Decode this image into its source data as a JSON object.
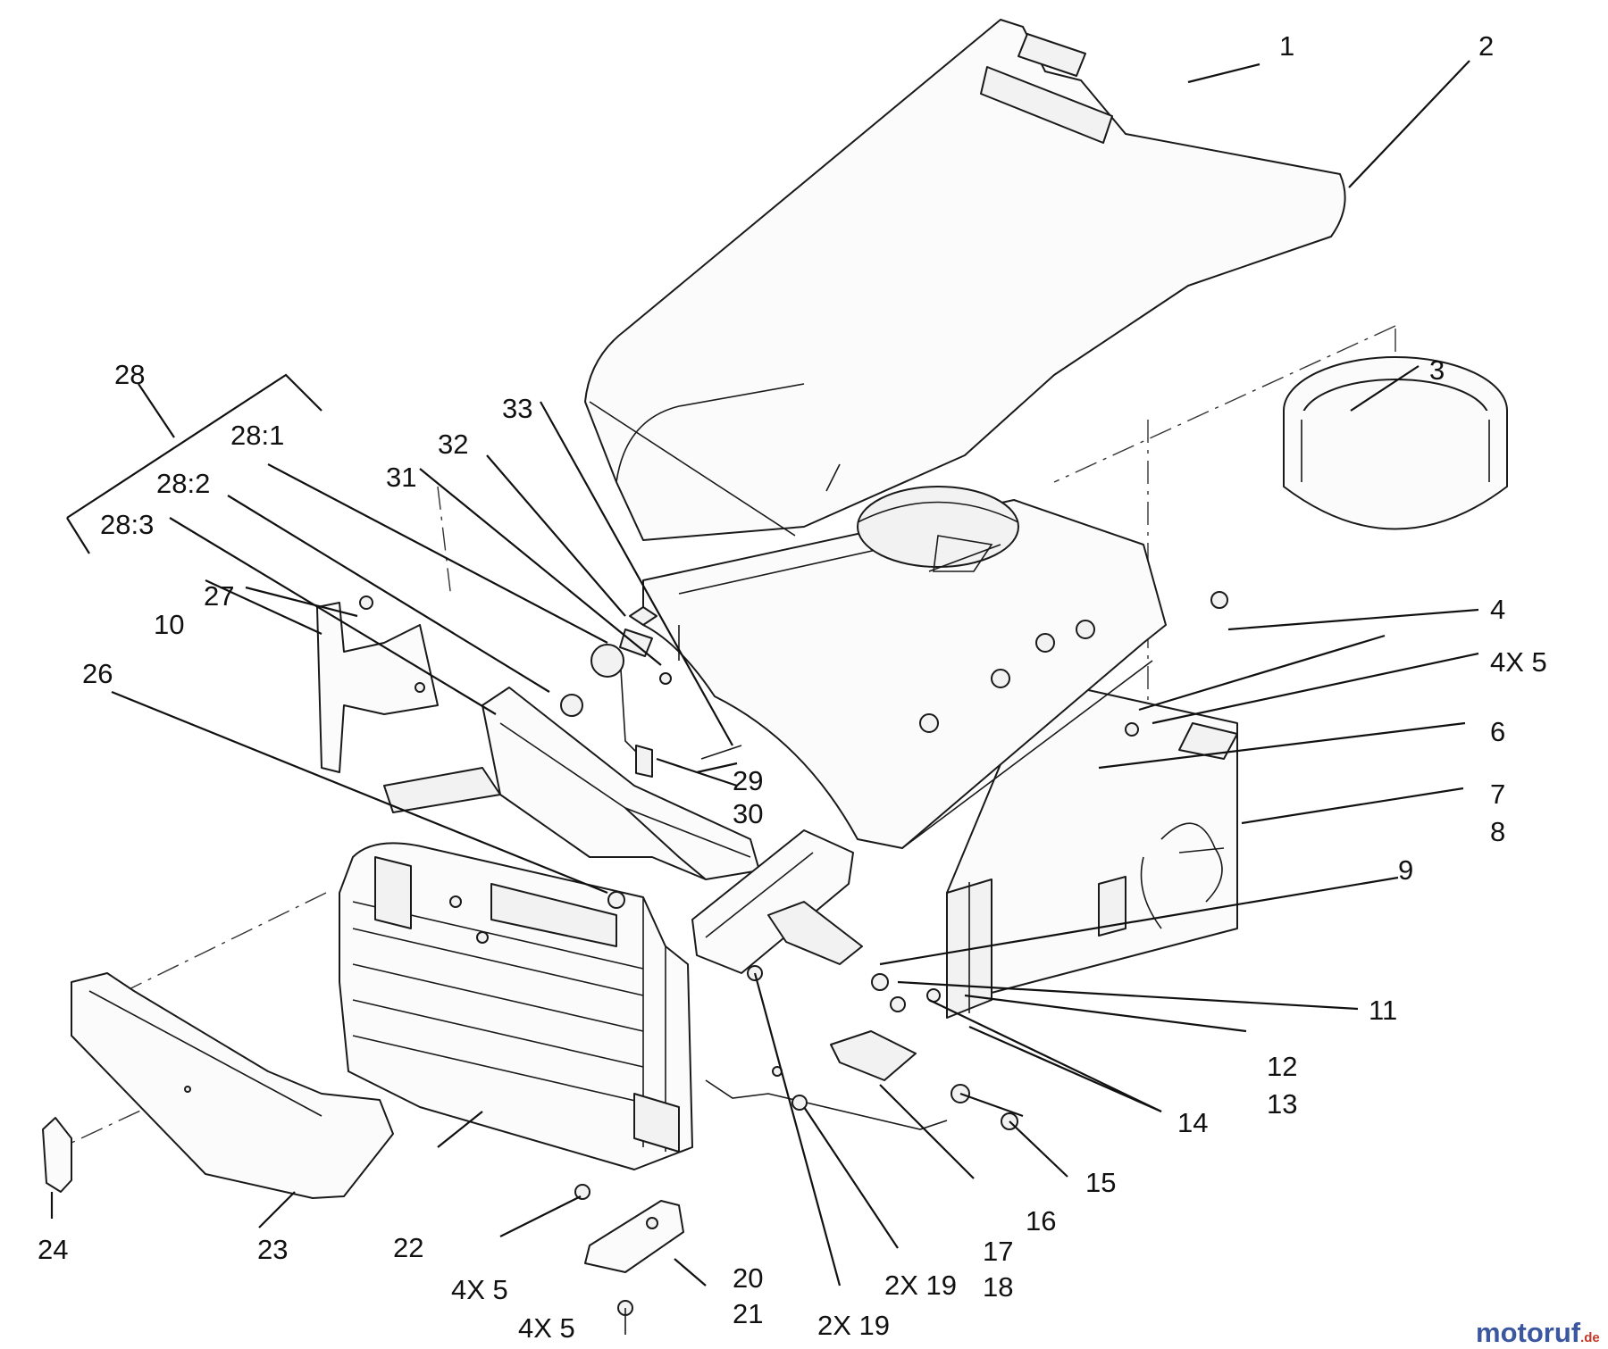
{
  "diagram": {
    "labels": {
      "l1": "1",
      "l2": "2",
      "l3": "3",
      "l4": "4",
      "l4x5a": "4X 5",
      "l6": "6",
      "l7": "7",
      "l8": "8",
      "l9": "9",
      "l10": "10",
      "l11": "11",
      "l12": "12",
      "l13": "13",
      "l14": "14",
      "l15": "15",
      "l16": "16",
      "l17": "17",
      "l18": "18",
      "l2x19a": "2X 19",
      "l2x19b": "2X 19",
      "l20": "20",
      "l21": "21",
      "l22": "22",
      "l23": "23",
      "l24": "24",
      "l26": "26",
      "l27": "27",
      "l28": "28",
      "l28_1": "28:1",
      "l28_2": "28:2",
      "l28_3": "28:3",
      "l29": "29",
      "l30": "30",
      "l31": "31",
      "l32": "32",
      "l33": "33",
      "l4x5b": "4X 5",
      "l4x5c": "4X 5"
    },
    "watermark": {
      "brand": "motoruf",
      "suffix": ".de"
    }
  }
}
